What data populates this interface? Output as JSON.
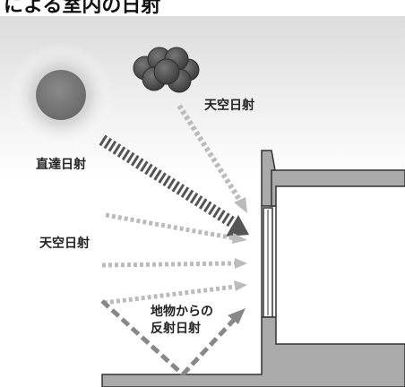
{
  "title": "による室内の日射",
  "labels": {
    "direct": "直達日射",
    "sky_upper": "天空日射",
    "sky_left": "天空日射",
    "reflected_line1": "地物からの",
    "reflected_line2": "反射日射"
  },
  "colors": {
    "sky_gradient_top": "#dcdcdc",
    "background": "#ffffff",
    "wall": "#aaaaaa",
    "wall_outline": "#333333",
    "sun_core": "#7a7a7a",
    "sun_glow": "#e0e0e0",
    "cloud": "#555555",
    "direct_arrow": "#555555",
    "sky_arrow": "#bbbbbb",
    "reflect_arrow": "#888888",
    "text": "#222222"
  },
  "icons": {
    "sun": "sun-icon",
    "cloud": "cloud-icon"
  }
}
